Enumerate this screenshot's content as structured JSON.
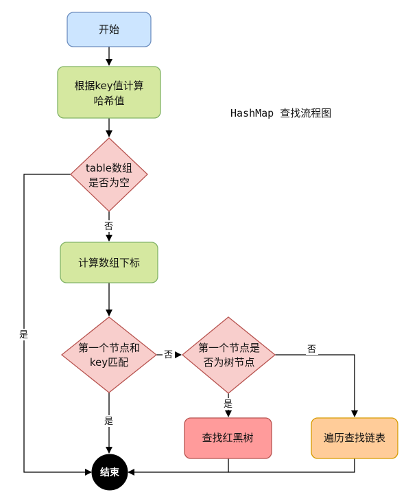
{
  "title": "HashMap 查找流程图",
  "nodes": {
    "start": {
      "label": "开始",
      "color": "#cce5ff"
    },
    "hash": {
      "line1": "根据key值计算",
      "line2": "哈希值",
      "color": "#d5e8a0"
    },
    "table_empty": {
      "line1": "table数组",
      "line2": "是否为空",
      "color": "#f8cecc"
    },
    "index": {
      "label": "计算数组下标",
      "color": "#d5e8a0"
    },
    "first_match": {
      "line1": "第一个节点和",
      "line2": "key匹配",
      "color": "#f8cecc"
    },
    "first_tree": {
      "line1": "第一个节点是",
      "line2": "否为树节点",
      "color": "#f8cecc"
    },
    "rbtree": {
      "label": "查找红黑树",
      "color": "#ff9b9b"
    },
    "list": {
      "label": "遍历查找链表",
      "color": "#ffcc99"
    },
    "end": {
      "label": "结束",
      "color": "#000000"
    }
  },
  "edges": {
    "table_no": "否",
    "table_yes": "是",
    "match_no": "否",
    "match_yes": "是",
    "tree_yes": "是",
    "tree_no": "否"
  }
}
